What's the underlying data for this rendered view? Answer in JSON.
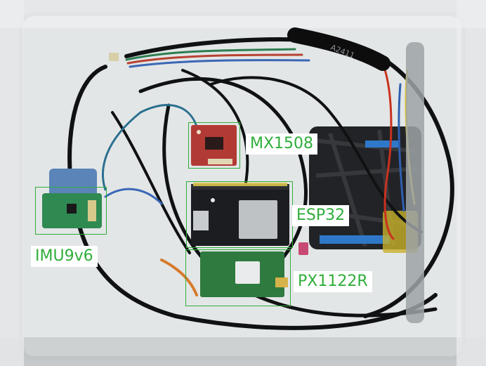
{
  "photo": {
    "subject_colors": {
      "tray_plastic": "#dfe3e4",
      "board_green": "#2f7a3e",
      "board_black": "#1b1d20",
      "board_red": "#b23a35",
      "cable_black": "#121314",
      "annotation_green": "#2fae3a"
    }
  },
  "annotations": [
    {
      "id": "mx1508",
      "label": "MX1508"
    },
    {
      "id": "esp32",
      "label": "ESP32"
    },
    {
      "id": "imu",
      "label": "IMU9v6"
    },
    {
      "id": "px1122r",
      "label": "PX1122R"
    }
  ],
  "tube_text": "A2411"
}
